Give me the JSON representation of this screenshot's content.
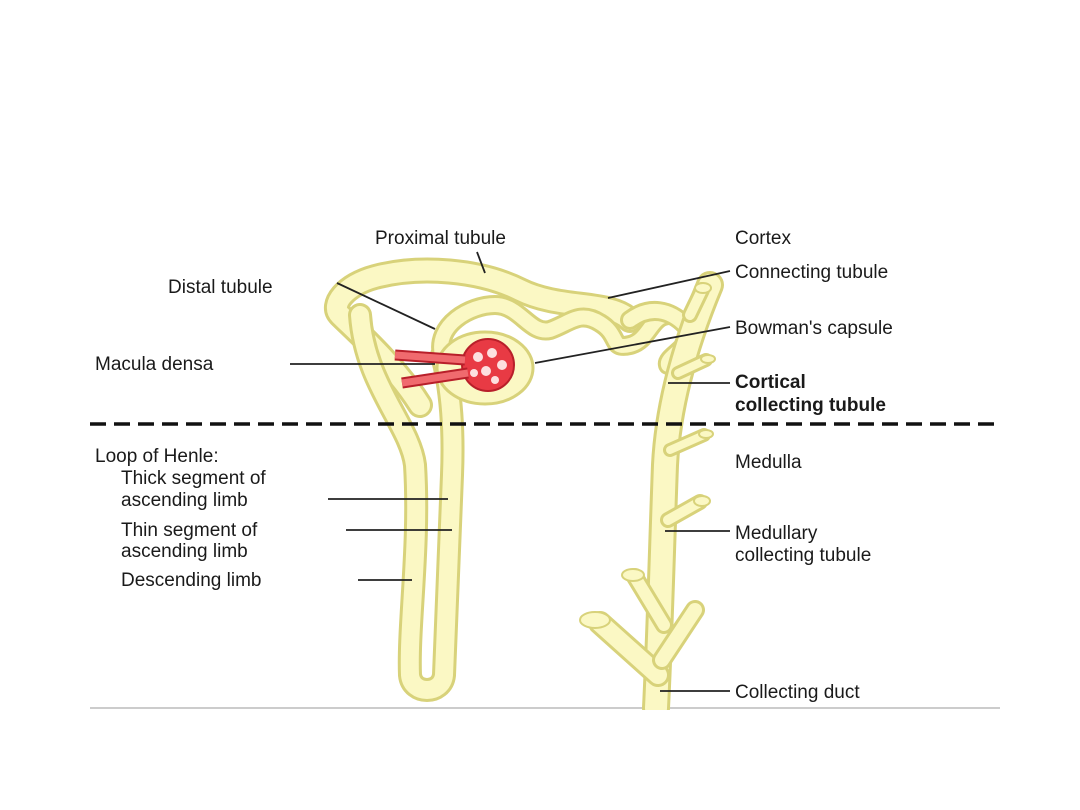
{
  "colors": {
    "tubule_fill": "#fbf8c4",
    "tubule_edge": "#d8d27a",
    "vessel": "#e8454a",
    "glomerulus": "#e83a44",
    "text": "#1a1a1a",
    "divider": "#111111"
  },
  "labels": {
    "proximal_tubule": "Proximal tubule",
    "distal_tubule": "Distal tubule",
    "macula_densa": "Macula densa",
    "cortex": "Cortex",
    "connecting_tubule": "Connecting tubule",
    "bowmans_capsule": "Bowman's capsule",
    "cortical_collecting_1": "Cortical",
    "cortical_collecting_2": "collecting tubule",
    "loop_of_henle": "Loop of Henle:",
    "thick_segment_1": "Thick segment of",
    "thick_segment_2": "ascending limb",
    "thin_segment_1": "Thin segment of",
    "thin_segment_2": "ascending limb",
    "descending_limb": "Descending limb",
    "medulla": "Medulla",
    "medullary_collecting_1": "Medullary",
    "medullary_collecting_2": "collecting tubule",
    "collecting_duct": "Collecting duct"
  }
}
